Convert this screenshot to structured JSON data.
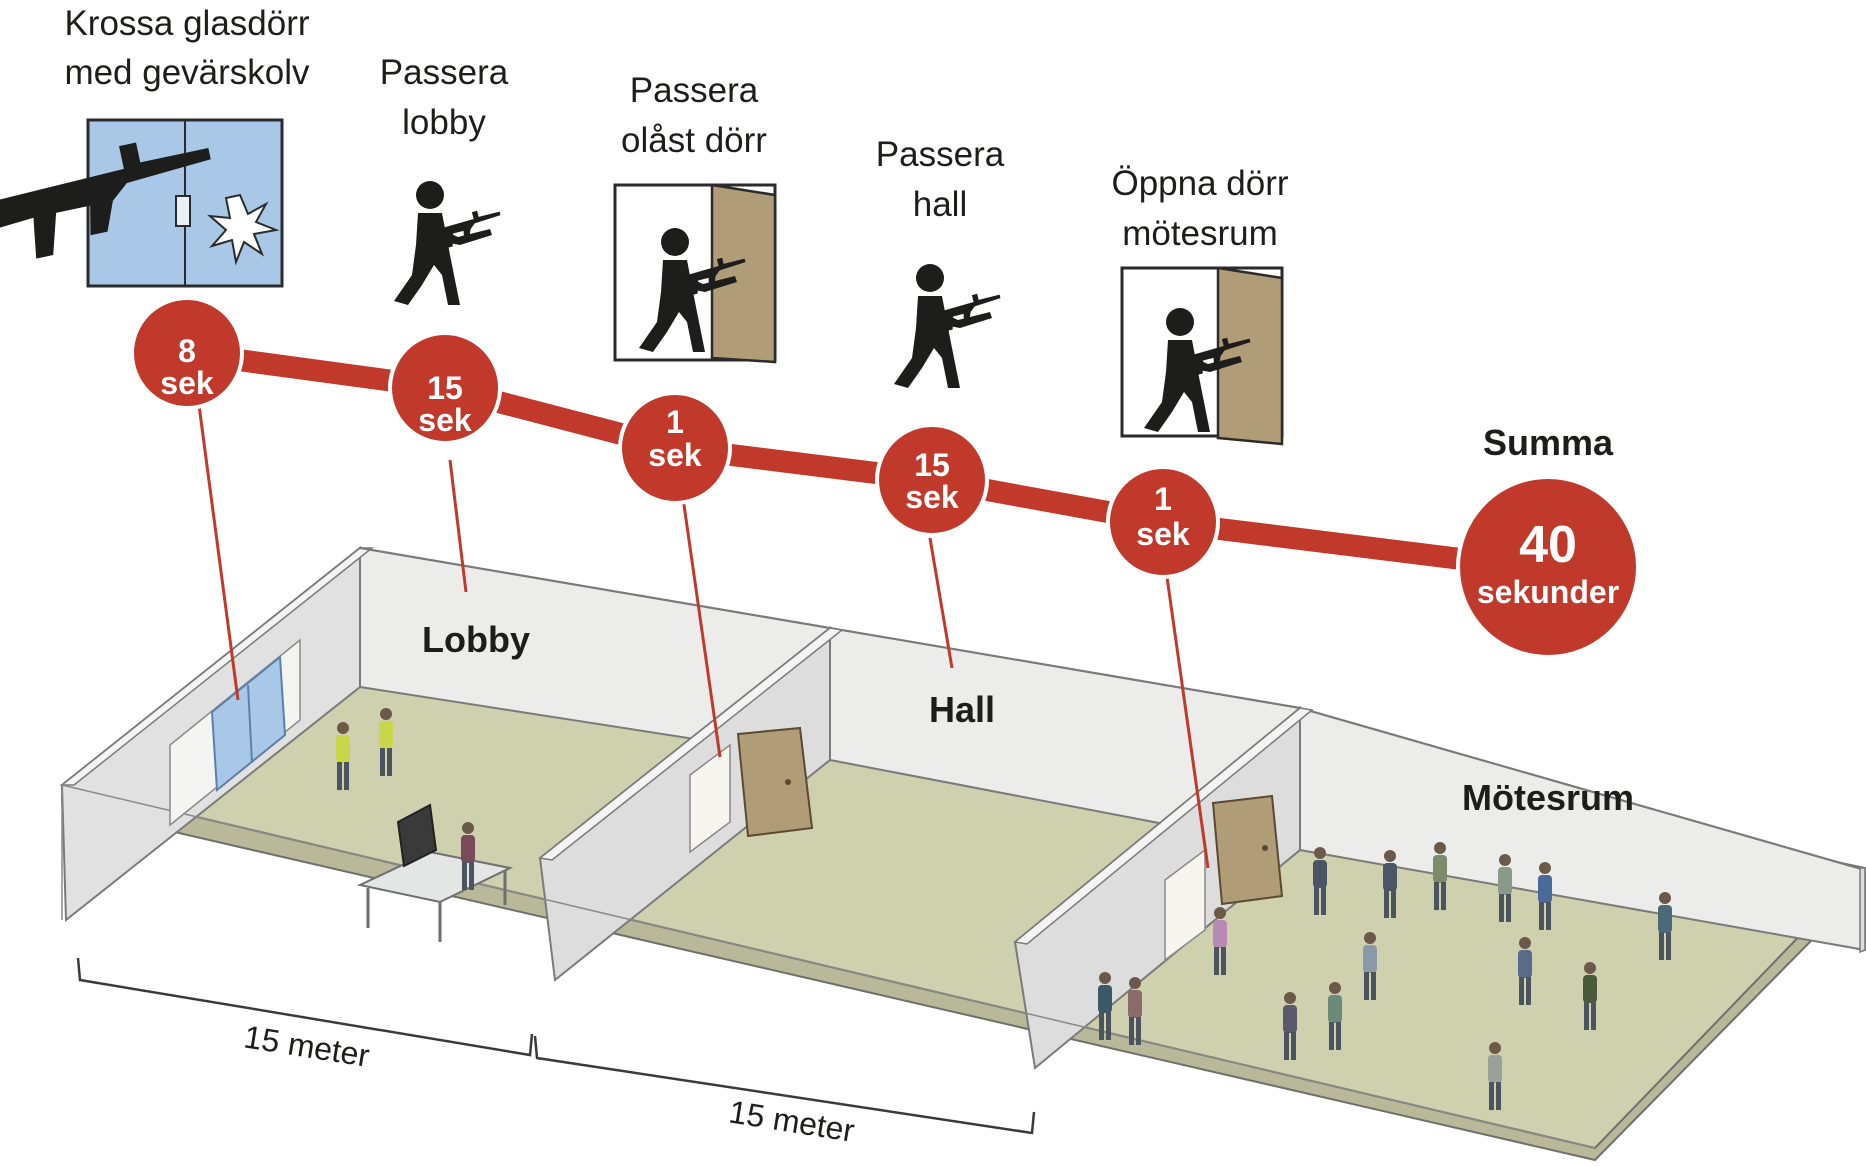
{
  "steps": [
    {
      "label_line1": "Krossa glasdörr",
      "label_line2": "med gevärskolv",
      "value": "8",
      "unit": "sek"
    },
    {
      "label_line1": "Passera",
      "label_line2": "lobby",
      "value": "15",
      "unit": "sek"
    },
    {
      "label_line1": "Passera",
      "label_line2": "olåst dörr",
      "value": "1",
      "unit": "sek"
    },
    {
      "label_line1": "Passera",
      "label_line2": "hall",
      "value": "15",
      "unit": "sek"
    },
    {
      "label_line1": "Öppna dörr",
      "label_line2": "mötesrum",
      "value": "1",
      "unit": "sek"
    }
  ],
  "total": {
    "label": "Summa",
    "value": "40",
    "unit": "sekunder"
  },
  "rooms": {
    "lobby": "Lobby",
    "hall": "Hall",
    "meeting": "Mötesrum"
  },
  "measures": [
    "15 meter",
    "15 meter"
  ],
  "colors": {
    "accent": "#c0392b",
    "floor": "#cfd0ad",
    "wall": "#e4e5e5",
    "wall_top": "#f4f4f4",
    "door": "#b19c78",
    "glass": "#a9c8e8",
    "silhouette": "#1d1d1b"
  },
  "icons": [
    "rifle-icon",
    "gunman-icon",
    "glass-shatter-icon",
    "door-icon"
  ]
}
